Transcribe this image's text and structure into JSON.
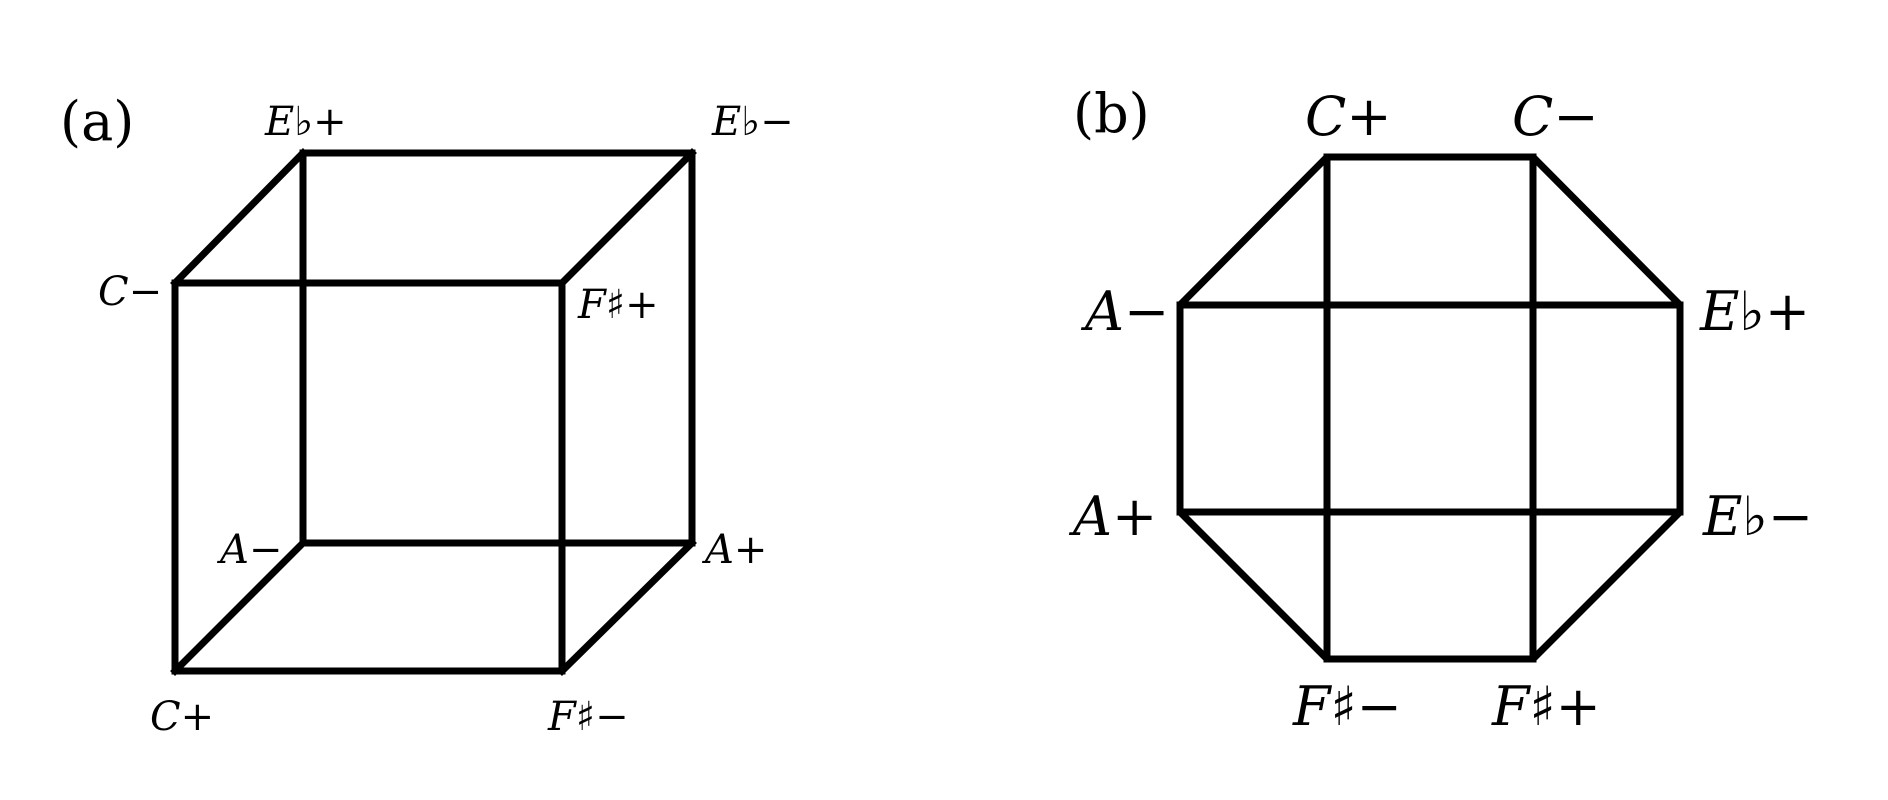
{
  "figure": {
    "panels": [
      {
        "id": "a",
        "label": "(a)",
        "shape": "cube",
        "vertices": [
          {
            "name": "Eb+",
            "text": "E♭+"
          },
          {
            "name": "Eb-",
            "text": "E♭−"
          },
          {
            "name": "C-",
            "text": "C−"
          },
          {
            "name": "F#+",
            "text": "F♯+"
          },
          {
            "name": "A-",
            "text": "A−"
          },
          {
            "name": "A+",
            "text": "A+"
          },
          {
            "name": "C+",
            "text": "C+"
          },
          {
            "name": "F#-",
            "text": "F♯−"
          }
        ]
      },
      {
        "id": "b",
        "label": "(b)",
        "shape": "octagon-grid",
        "vertices": [
          {
            "name": "C+",
            "text": "C+"
          },
          {
            "name": "C-",
            "text": "C−"
          },
          {
            "name": "A-",
            "text": "A−"
          },
          {
            "name": "Eb+",
            "text": "E♭+"
          },
          {
            "name": "A+",
            "text": "A+"
          },
          {
            "name": "Eb-",
            "text": "E♭−"
          },
          {
            "name": "F#-",
            "text": "F♯−"
          },
          {
            "name": "F#+",
            "text": "F♯+"
          }
        ]
      }
    ],
    "colors": {
      "stroke": "#000000",
      "background": "#ffffff"
    }
  }
}
